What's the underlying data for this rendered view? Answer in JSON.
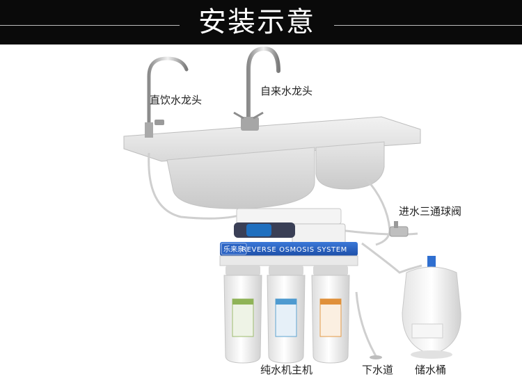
{
  "header": {
    "title": "安装示意"
  },
  "labels": {
    "direct_faucet": "直饮水龙头",
    "tap_faucet": "自来水龙头",
    "inlet_valve": "进水三通球阀",
    "purifier_unit": "纯水机主机",
    "drain": "下水道",
    "storage_tank": "储水桶"
  },
  "purifier": {
    "brand": "乐来泉",
    "system_name": "REVERSE OSMOSIS SYSTEM"
  }
}
